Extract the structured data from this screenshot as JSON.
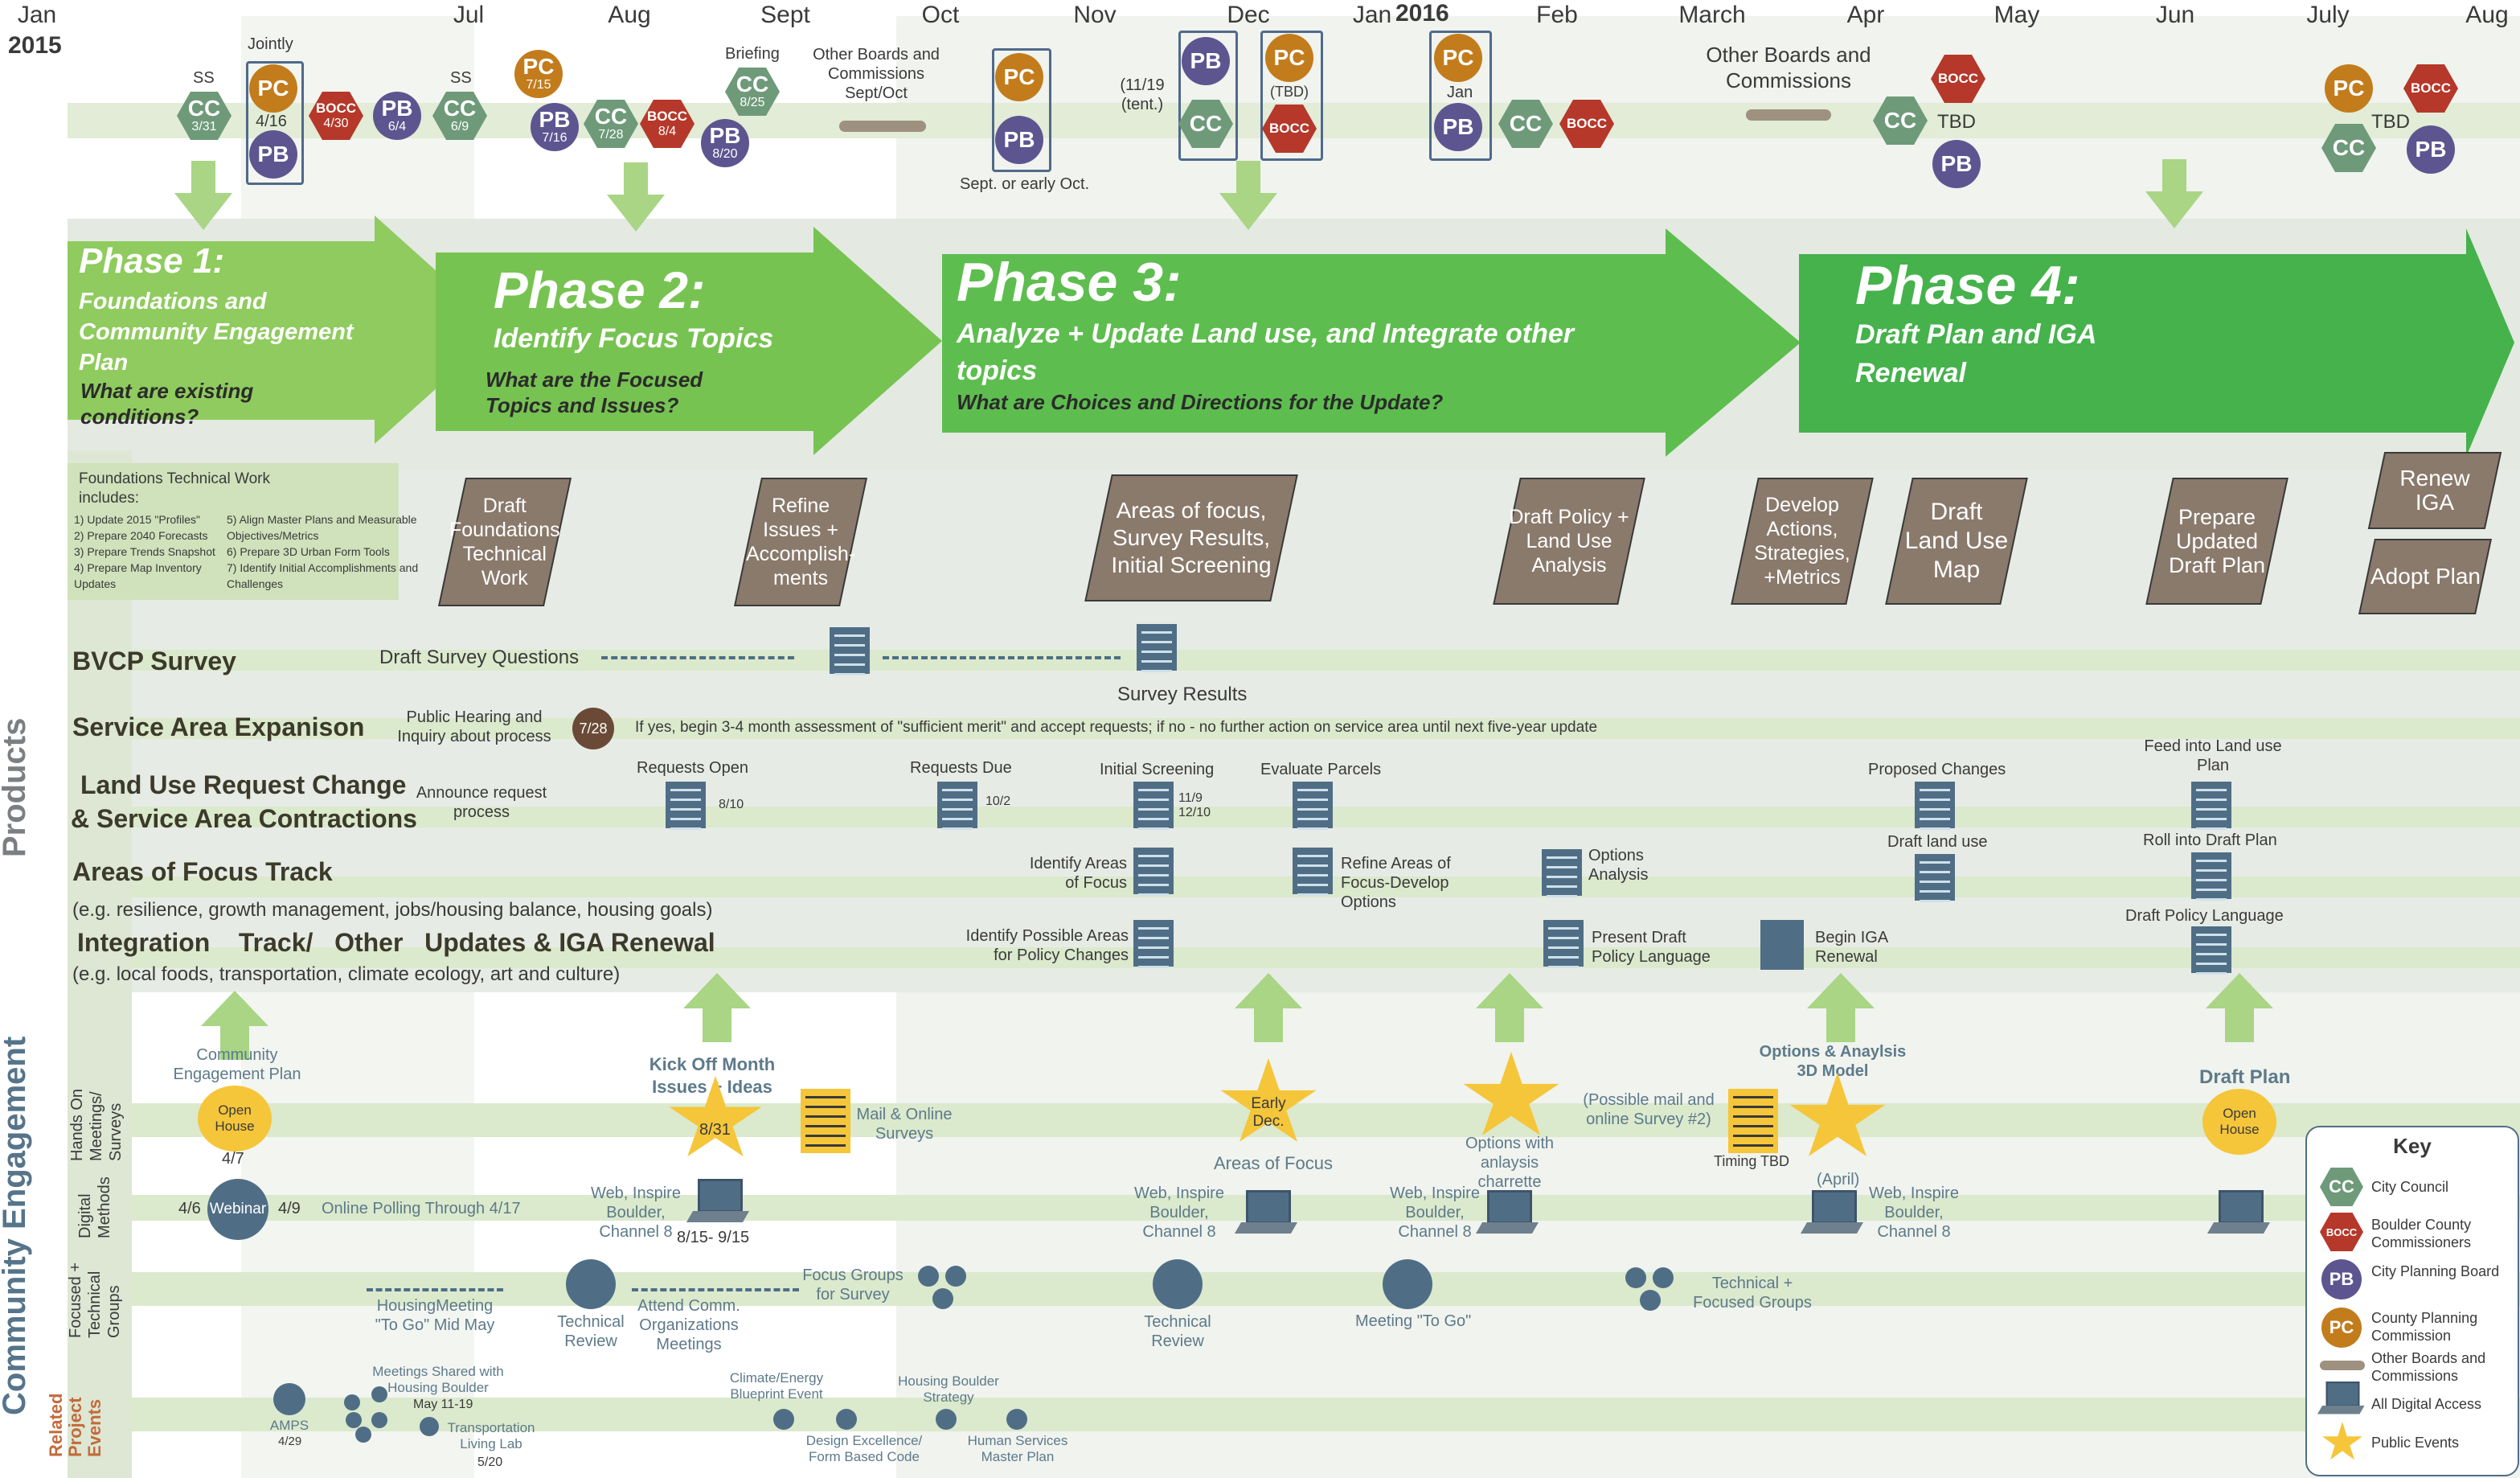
{
  "months": [
    "Jan",
    "Jul",
    "Aug",
    "Sept",
    "Oct",
    "Nov",
    "Dec",
    "Jan",
    "Feb",
    "March",
    "Apr",
    "May",
    "Jun",
    "July",
    "Aug"
  ],
  "years": {
    "y2015": "2015",
    "y2016": "2016"
  },
  "meetings": {
    "ss1": "SS",
    "cc1": "CC",
    "cc1d": "3/31",
    "jointly": "Jointly",
    "pc1": "PC",
    "pc1d": "4/16",
    "pb1": "PB",
    "bocc1": "BOCC",
    "bocc1d": "4/30",
    "pb2": "PB",
    "pb2d": "6/4",
    "ss2": "SS",
    "cc2": "CC",
    "cc2d": "6/9",
    "pc2": "PC",
    "pc2d": "7/15",
    "pb3": "PB",
    "pb3d": "7/16",
    "cc3": "CC",
    "cc3d": "7/28",
    "bocc2": "BOCC",
    "bocc2d": "8/4",
    "pb4": "PB",
    "pb4d": "8/20",
    "briefing": "Briefing",
    "cc4": "CC",
    "cc4d": "8/25",
    "obc1": "Other Boards and Commissions",
    "obc1d": "Sept/Oct",
    "pc3": "PC",
    "pb5": "PB",
    "pc3note": "Sept. or early Oct.",
    "ccnote": "(11/19 (tent.)",
    "pb6": "PB",
    "cc5": "CC",
    "pc4": "PC",
    "pc4d": "(TBD)",
    "bocc3": "BOCC",
    "pc5": "PC",
    "pc5d": "Jan",
    "pb7": "PB",
    "cc6": "CC",
    "bocc4": "BOCC",
    "obc2": "Other Boards and Commissions",
    "bocc5": "BOCC",
    "cc7": "CC",
    "tbd1": "TBD",
    "pb8": "PB",
    "pc6": "PC",
    "bocc6": "BOCC",
    "tbd2": "TBD",
    "cc8": "CC",
    "pb9": "PB"
  },
  "phases": {
    "p1": {
      "title": "Phase 1:",
      "sub": "Foundations and Community Engagement Plan",
      "q": "What are existing conditions?"
    },
    "p2": {
      "title": "Phase 2:",
      "sub": "Identify Focus Topics",
      "q": "What are the Focused Topics and Issues?"
    },
    "p3": {
      "title": "Phase 3:",
      "sub": "Analyze + Update Land use, and Integrate other topics",
      "q": "What are Choices and Directions for the Update?"
    },
    "p4": {
      "title": "Phase 4:",
      "sub": "Draft Plan and IGA Renewal",
      "q": ""
    }
  },
  "foundations": {
    "title": "Foundations Technical Work includes:",
    "items": [
      "1) Update 2015 \"Profiles\"",
      "2) Prepare 2040 Forecasts",
      "3) Prepare Trends Snapshot",
      "4) Prepare Map Inventory Updates"
    ],
    "items2": [
      "5) Align Master Plans and Measurable Objectives/Metrics",
      "6) Prepare 3D Urban Form Tools",
      "7) Identify Initial Accomplishments and Challenges"
    ]
  },
  "products": {
    "d1": "Draft Foundations Technical Work",
    "d2": "Refine Issues + Accomplish-ments",
    "d3": "Areas of focus, Survey Results, Initial Screening",
    "d4": "Draft Policy + Land Use Analysis",
    "d5": "Develop Actions, Strategies, +Metrics",
    "d6": "Draft Land Use Map",
    "d7": "Prepare Updated Draft Plan",
    "d8": "Renew IGA",
    "d9": "Adopt Plan"
  },
  "tracks": {
    "bvcp": "BVCP Survey",
    "bvcp_q": "Draft Survey Questions",
    "bvcp_r": "Survey Results",
    "sae": "Service Area Expanison",
    "sae_h": "Public Hearing and Inquiry about process",
    "sae_d": "7/28",
    "sae_n": "If yes, begin 3-4 month assessment of \"sufficient merit\" and accept requests; if no - no further action on service area until next five-year update",
    "lur1": "Land Use Request Change",
    "lur2": "& Service Area Contractions",
    "lur_a": "Announce request process",
    "lur_ro": "Requests Open",
    "lur_rod": "8/10",
    "lur_rd": "Requests Due",
    "lur_rdd": "10/2",
    "lur_is": "Initial Screening",
    "lur_isd": "11/9 12/10",
    "lur_ep": "Evaluate Parcels",
    "lur_pc": "Proposed Changes",
    "lur_dlu": "Draft land use",
    "lur_fl": "Feed into Land use Plan",
    "lur_rdp": "Roll into Draft Plan",
    "aof": "Areas  of  Focus  Track",
    "aof_e": "(e.g. resilience, growth management, jobs/housing balance, housing goals)",
    "aof_i": "Identify Areas of Focus",
    "aof_r": "Refine Areas of Focus-Develop Options",
    "aof_o": "Options Analysis",
    "aof_dpl": "Draft Policy Language",
    "int": "Integration    Track/   Other   Updates & IGA Renewal",
    "int_e": "(e.g. local foods, transportation, climate ecology, art and culture)",
    "int_i": "Identify Possible Areas for Policy Changes",
    "int_p": "Present Draft Policy Language",
    "int_b": "Begin IGA Renewal"
  },
  "side": {
    "products": "Products",
    "ce": "Community Engagement",
    "rpe": "Related Project Events",
    "hands": "Hands On Meetings/ Surveys",
    "digital": "Digital Methods",
    "focused": "Focused + Technical Groups"
  },
  "engagement": {
    "cep": "Community Engagement Plan",
    "oh1": "Open House",
    "oh1d": "4/7",
    "kick": "Kick Off Month Issues + Ideas",
    "kickd": "8/31",
    "mail": "Mail & Online Surveys",
    "early": "Early Dec.",
    "aof": "Areas of Focus",
    "opt": "Options with anlaysis charrette",
    "possible": "(Possible mail and online Survey #2)",
    "timing": "Timing TBD",
    "oa3d": "Options & Anaylsis 3D Model",
    "april": "(April)",
    "draftplan": "Draft Plan",
    "oh2": "Open House",
    "web_l": "4/6",
    "webinar": "Webinar",
    "web_r": "4/9",
    "polling": "Online Polling Through 4/17",
    "wib1": "Web, Inspire Boulder, Channel 8",
    "wib1d": "8/15- 9/15",
    "wib2": "Web, Inspire Boulder, Channel 8",
    "wib3": "Web, Inspire Boulder, Channel 8",
    "wib4": "Web, Inspire Boulder, Channel 8",
    "hm": "HousingMeeting \"To Go\" Mid May",
    "tr1": "Technical Review",
    "attend": "Attend Comm. Organizations Meetings",
    "fg": "Focus Groups for Survey",
    "tr2": "Technical Review",
    "mtg": "Meeting \"To Go\"",
    "tfg": "Technical + Focused Groups"
  },
  "related": {
    "amps": "AMPS",
    "ampsd": "4/29",
    "mshb": "Meetings Shared with Housing Boulder",
    "mshbd": "May 11-19",
    "tll": "Transportation Living Lab",
    "tlld": "5/20",
    "ceb": "Climate/Energy Blueprint Event",
    "hbs": "Housing Boulder Strategy",
    "de": "Design Excellence/ Form Based Code",
    "hs": "Human Services Master Plan"
  },
  "key": {
    "title": "Key",
    "cc": "City Council",
    "bocc": "Boulder County Commissioners",
    "pb": "City Planning Board",
    "pc": "County Planning Commission",
    "obc": "Other Boards and Commissions",
    "digital": "All Digital Access",
    "public": "Public Events",
    "cc_ab": "CC",
    "bocc_ab": "BOCC",
    "pb_ab": "PB",
    "pc_ab": "PC"
  },
  "colors": {
    "cc": "#6e9a7a",
    "bocc": "#b5382a",
    "pb": "#5d5590",
    "pc": "#c27c1c",
    "phase1": "#8fcb5e",
    "phase2": "#77c352",
    "phase3": "#5ebd4f",
    "phase4": "#45b24c",
    "event": "#f5c63a",
    "digital": "#4f6e86"
  }
}
